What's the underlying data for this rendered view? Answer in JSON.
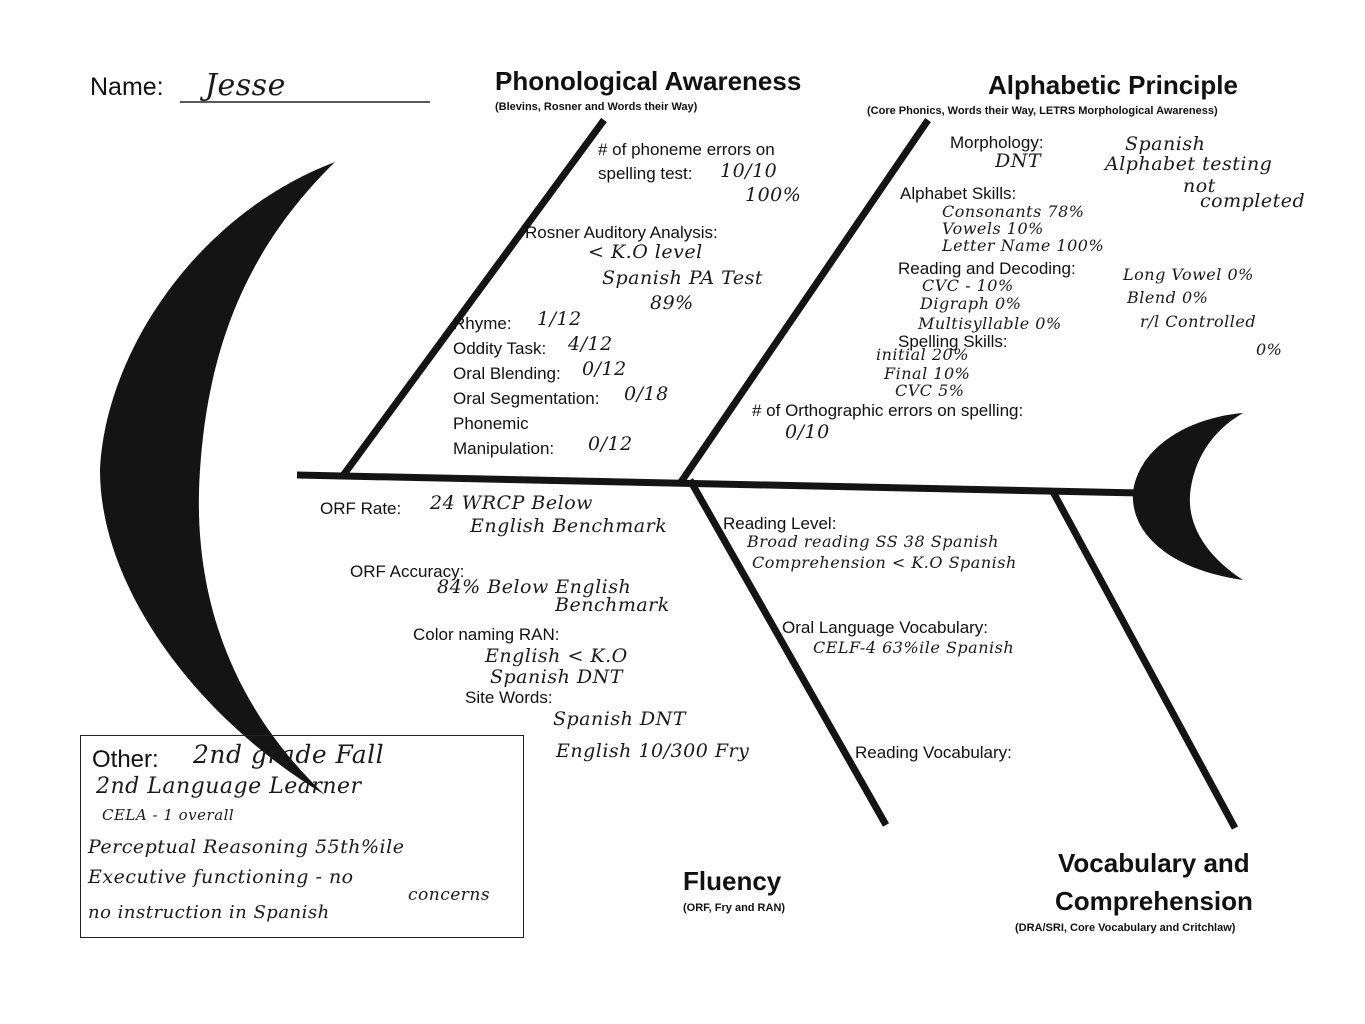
{
  "header": {
    "name_label": "Name:",
    "name_value": "Jesse"
  },
  "phonological": {
    "title": "Phonological Awareness",
    "subtitle": "(Blevins, Rosner and Words their Way)",
    "phoneme_errors_label_1": "# of phoneme errors on",
    "phoneme_errors_label_2": "spelling test:",
    "phoneme_errors_value": "10/10",
    "phoneme_errors_percent": "100%",
    "rosner_label": "Rosner Auditory Analysis:",
    "rosner_value": "< K.O level",
    "spanish_pa_test": "Spanish PA Test",
    "spanish_pa_value": "89%",
    "rhyme_label": "Rhyme:",
    "rhyme_value": "1/12",
    "oddity_label": "Oddity Task:",
    "oddity_value": "4/12",
    "blending_label": "Oral Blending:",
    "blending_value": "0/12",
    "segmentation_label": "Oral Segmentation:",
    "segmentation_value": "0/18",
    "manipulation_label_1": "Phonemic",
    "manipulation_label_2": "Manipulation:",
    "manipulation_value": "0/12"
  },
  "alphabetic": {
    "title": "Alphabetic Principle",
    "subtitle": "(Core Phonics, Words their Way, LETRS Morphological Awareness)",
    "morphology_label": "Morphology:",
    "morphology_value": "DNT",
    "spanish_note_1": "Spanish",
    "spanish_note_2": "Alphabet testing",
    "spanish_note_3": "not",
    "spanish_note_4": "completed",
    "alphabet_label": "Alphabet Skills:",
    "consonants": "Consonants 78%",
    "vowels": "Vowels 10%",
    "letter_name": "Letter Name 100%",
    "reading_decoding_label": "Reading and Decoding:",
    "cvc": "CVC - 10%",
    "digraph": "Digraph 0%",
    "multisyllable": "Multisyllable 0%",
    "long_vowel": "Long Vowel 0%",
    "blend": "Blend 0%",
    "r_controlled": "r/l Controlled",
    "r_controlled_value": "0%",
    "spelling_label": "Spelling Skills:",
    "initial": "initial 20%",
    "final": "Final 10%",
    "cvc_spelling": "CVC 5%",
    "ortho_label": "# of Orthographic errors on spelling:",
    "ortho_value": "0/10"
  },
  "fluency": {
    "title": "Fluency",
    "subtitle": "(ORF, Fry and RAN)",
    "orf_rate_label": "ORF Rate:",
    "orf_rate_value_1": "24 WRCP   Below",
    "orf_rate_value_2": "English    Benchmark",
    "orf_accuracy_label": "ORF Accuracy:",
    "orf_accuracy_value_1": "84%  Below English",
    "orf_accuracy_value_2": "Benchmark",
    "ran_label": "Color naming RAN:",
    "ran_english": "English  < K.O",
    "ran_spanish": "Spanish   DNT",
    "sight_label": "Site Words:",
    "sight_spanish": "Spanish DNT",
    "sight_english": "English  10/300 Fry"
  },
  "vocabulary": {
    "title_1": "Vocabulary and",
    "title_2": "Comprehension",
    "subtitle": "(DRA/SRI, Core Vocabulary and Critchlaw)",
    "reading_level_label": "Reading Level:",
    "reading_level_1": "Broad reading  SS 38  Spanish",
    "reading_level_2": "Comprehension  < K.O  Spanish",
    "oral_vocab_label": "Oral Language Vocabulary:",
    "oral_vocab_value": "CELF-4   63%ile Spanish",
    "reading_vocab_label": "Reading Vocabulary:"
  },
  "other": {
    "label": "Other:",
    "line_1": "2nd grade   Fall",
    "line_2": "2nd Language Learner",
    "line_3": "CELA - 1 overall",
    "line_4": "Perceptual Reasoning  55th%ile",
    "line_5": "Executive functioning  - no",
    "line_5b": "concerns",
    "line_6": "no instruction in Spanish"
  }
}
